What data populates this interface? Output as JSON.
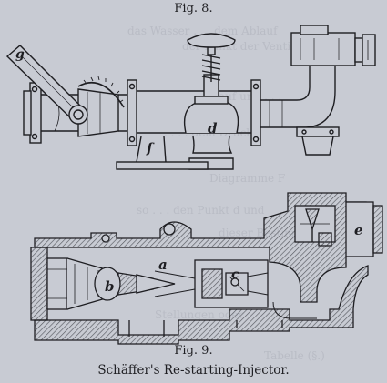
{
  "figures": {
    "fig8_caption": "Fig. 8.",
    "fig9_caption": "Fig. 9.",
    "title": "Schäffer's Re-starting-Injector."
  },
  "labels": {
    "fig8": {
      "handle": "g",
      "body": "d",
      "base": "f"
    },
    "fig9": {
      "outlet": "b",
      "cone": "a",
      "valve": "c",
      "inlet": "e"
    }
  },
  "palette": {
    "paper": "#c8cbd3",
    "ink": "#1e1e22",
    "hatch": "#56585f"
  }
}
